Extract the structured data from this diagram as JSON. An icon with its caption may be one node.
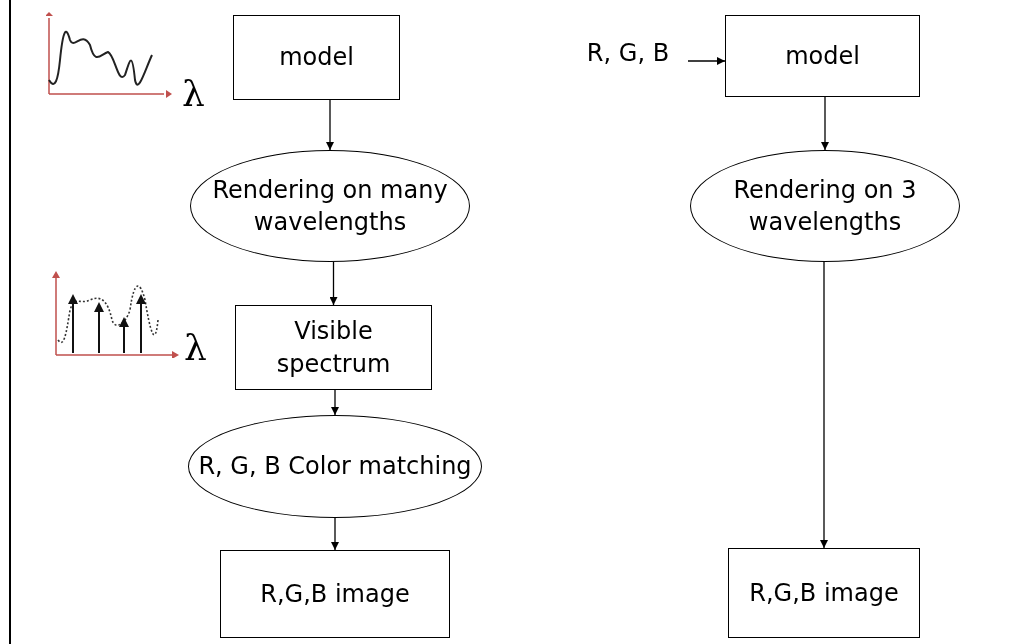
{
  "diagram": {
    "nodes": [
      {
        "text": [
          "model"
        ]
      },
      {
        "text": [
          "Rendering on many wavelengths"
        ]
      },
      {
        "text": [
          "Visible spectrum"
        ]
      },
      {
        "text": [
          "R, G, B Color matching"
        ]
      },
      {
        "text": [
          "R,G,B image"
        ]
      },
      {
        "text": [
          "R, G, B"
        ]
      },
      {
        "text": [
          "model"
        ]
      },
      {
        "text": [
          "Rendering on 3 wavelengths"
        ]
      },
      {
        "text": [
          "R,G,B image"
        ]
      }
    ],
    "edges": [
      {
        "from": 0,
        "to": 1,
        "arrow": "to"
      },
      {
        "from": 1,
        "to": 2,
        "arrow": "to"
      },
      {
        "from": 2,
        "to": 3,
        "arrow": "to"
      },
      {
        "from": 3,
        "to": 4,
        "arrow": "to"
      },
      {
        "from": 5,
        "to": 6,
        "arrow": "to"
      },
      {
        "from": 6,
        "to": 7,
        "arrow": "to"
      },
      {
        "from": 7,
        "to": 8,
        "arrow": "to"
      }
    ],
    "labels": [
      "λ",
      "λ"
    ]
  }
}
